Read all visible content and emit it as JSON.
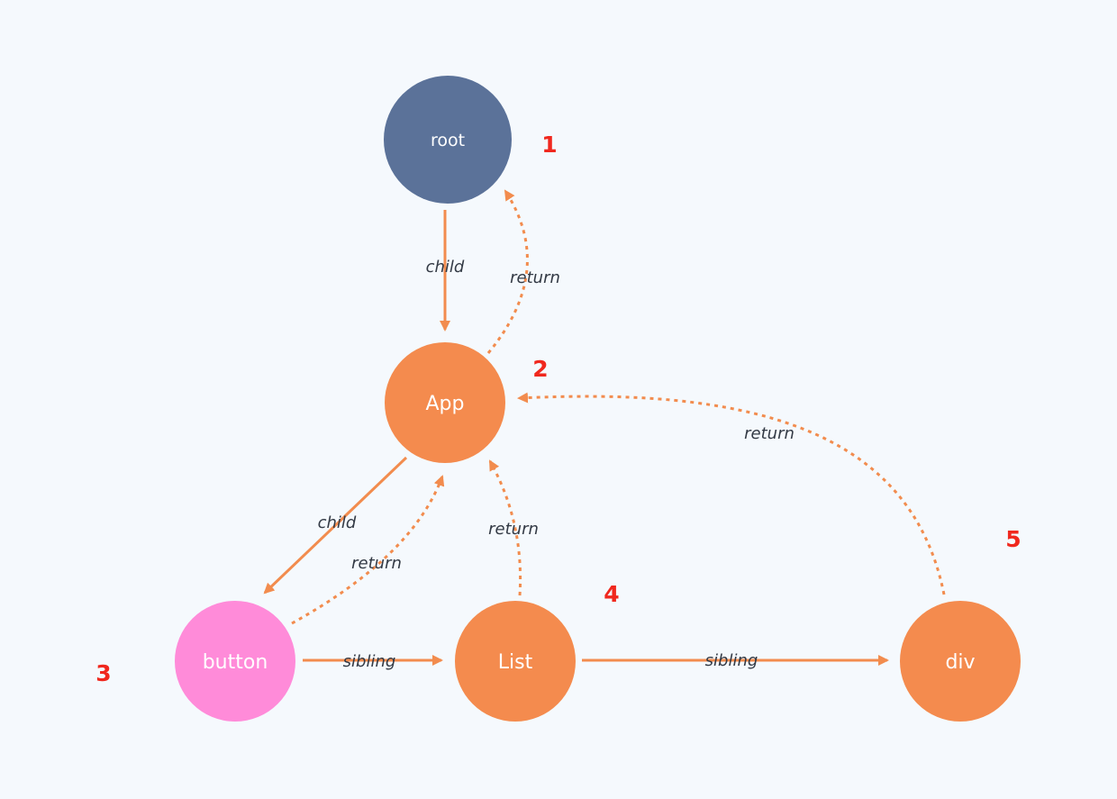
{
  "colors": {
    "background": "#f5f9fd",
    "root_node": "#5b7299",
    "fiber_node": "#f48b4e",
    "host_button_node": "#ff8bd9",
    "edge": "#f28c4e",
    "order_number": "#f0281e"
  },
  "nodes": {
    "root": "root",
    "app": "App",
    "button": "button",
    "list": "List",
    "div": "div"
  },
  "edges": {
    "root_app_child": "child",
    "app_root_return": "return",
    "app_button_child": "child",
    "button_app_return": "return",
    "list_app_return": "return",
    "div_app_return": "return",
    "button_list_sibling": "sibling",
    "list_div_sibling": "sibling"
  },
  "order": {
    "root": "1",
    "app": "2",
    "button": "3",
    "list": "4",
    "div": "5"
  }
}
